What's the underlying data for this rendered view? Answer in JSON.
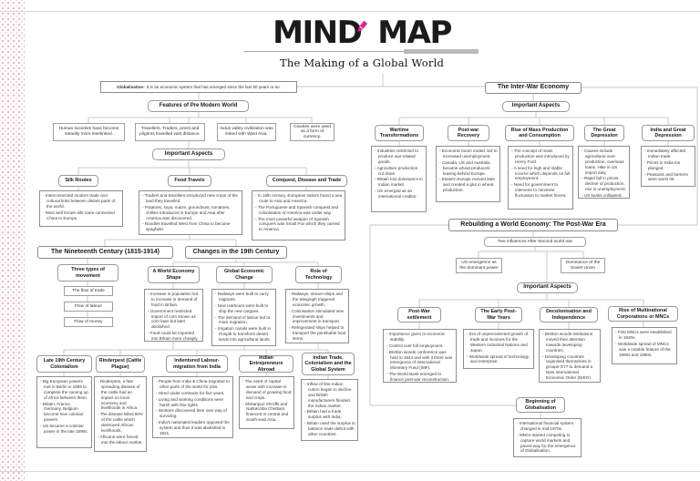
{
  "header": {
    "logo_first": "MIND",
    "logo_second": "MAP",
    "pencil_color": "#e0218a",
    "title": "The Making of a Global World"
  },
  "globalisation": {
    "lead": "Globalisation-",
    "text": "It is an economic system that has emerged since the last 50 years or so."
  },
  "pre_modern": {
    "title": "Features of Pre Modern World",
    "children": [
      "Human societies have become steadily more interlinked.",
      "Travellers, Traders, priest and pilgrims travelled vast distance.",
      "Indus valley civilization was linked with West Asia.",
      "Cowries were used as a form of currency."
    ]
  },
  "labels": {
    "important_aspects_left": "Important Aspects",
    "important_aspects_interwar": "Important Aspects",
    "important_aspects_postwar": "Important Aspects",
    "two_influences": "Two influences After Second world war"
  },
  "sections": {
    "nineteenth_century": "The Nineteenth Century (1815-1914)",
    "changes_19th": "Changes in the 19th Century",
    "interwar": "The Inter-War Economy",
    "rebuilding": "Rebuilding a World Economy: The Post-War Era",
    "three_types": "Three types of movement"
  },
  "leaves": {
    "flow_trade": "The flow of trade",
    "flow_labour": "Flow of labour",
    "flow_money": "Flow of money",
    "us_emergence": "US emergence as the dominant power",
    "soviet_dominance": "Dominance of the Soviet Union"
  },
  "nodes": {
    "silk_routes": {
      "title": "Silk Routes",
      "bullets": [
        "Interconnected modern trade and cultural links between distant parts of the world.",
        "Most well known silk route connected China to Europe."
      ]
    },
    "food_travels": {
      "title": "Food Travels",
      "bullets": [
        "Traders and travellers introduced new crops of the land they travelled.",
        "Potatoes, soya, maize, groundnuts, tomatoes, chillies introduced in Europe and Asia after America was discovered.",
        "Noodles travelled West from China to become spaghetti."
      ]
    },
    "conquest": {
      "title": "Conquest, Disease and Trade",
      "bullets": [
        "In 16th century, European sailors found a sea route to Asia and America.",
        "The Portuguese and Spanish conquest and colonisation of America was under way.",
        "The most powerful weapon of Spanish conquers was Small Pox which they carried to America."
      ]
    },
    "world_economy": {
      "title": "A World Economy Shape",
      "bullets": [
        "Increase in population led to increase in demand of food in Britain.",
        "Government restricted import of corn known as corn laws but later abolished.",
        "Food could be imported into Britain more cheaply."
      ]
    },
    "global_change": {
      "title": "Global Economic Change",
      "bullets": [
        "Railways were built to carry migrants.",
        "New Harbours were built to ship the new cargoes.",
        "The demand of labour led to more migration.",
        "Irrigation canals were built in Punjab to transform desert lands into agricultural lands."
      ]
    },
    "role_tech": {
      "title": "Role of Technology",
      "bullets": [
        "Railways, stream-ships and the telegraph triggered economic growth.",
        "Colonisation stimulated new investments and improvement in transport.",
        "Refrigerated ships helped to transport the perishable food items."
      ]
    },
    "late19": {
      "title": "Late 19th Century Colonialism",
      "bullets": [
        "Big European powers met in Berlin in 1885 to complete the carving up of Africa between them.",
        "Britain, France, Germany, Belgium become new colonial powers.",
        "US became a colonial power in the late 1890s."
      ]
    },
    "rinderpest": {
      "title": "Rinderpest (Cattle Plague)",
      "bullets": [
        "Rinderpest, a fast spreading disease of the cattle had an impact on local economy and livelihoods in Africa.",
        "The disease killed 90% of the cattle which destroyed African livelihoods.",
        "Africans were forced into the labour market."
      ]
    },
    "indentured": {
      "title": "Indentured Labour- migration from India",
      "bullets": [
        "People from India & China migrated to other parts of the world for jobs.",
        "Hired under contracts for five years.",
        "Living and working conditions were harsh with few rights.",
        "Workers discovered their own way of surviving.",
        "India's nationalist leaders opposed the system and thus it was abolished in 1921."
      ]
    },
    "entrepreneurs": {
      "title": "Indian Entrepreneurs Abroad",
      "bullets": [
        "The need of capital arose with increase in demand of growing food and crops.",
        "Shikaripuri Shroffs and NattuKottai Chettiars financed in central and South-east Asia."
      ]
    },
    "indian_trade": {
      "title": "Indian Trade, Colonialism and the Global System",
      "bullets": [
        "Inflow of fine Indian cotton began to decline and British manufacturers flooded the Indian market.",
        "Britain had a trade surplus with India.",
        "Britain used the surplus to balance trade deficit with other countries."
      ]
    },
    "wartime": {
      "title": "Wartime Transformations",
      "bullets": [
        "Industries restricted to produce war related goods.",
        "Agriculture production cut down",
        "Britain lost dominance in Indian market.",
        "US emerged as an international creditor."
      ]
    },
    "postwar_recovery": {
      "title": "Post-war Recovery",
      "bullets": [
        "Economic boom ended, led to increased unemployment.",
        "Canada, US and Australia became wheat producers leaving behind Europe.",
        "Eastern Europe revived later and created a glut in wheat production."
      ]
    },
    "mass_production": {
      "title": "Rise of Mass Production and Consumption",
      "bullets": [
        "The concept of mass production was introduced by Henry Ford.",
        "A need for high and stable income which depends on full employment.",
        "Need for government to intervene to minimise fluctuation to market forces."
      ]
    },
    "great_depression": {
      "title": "The Great Depression",
      "bullets": [
        "Causes include agricultural over-production, overseas loans, Hike in US import duty.",
        "Rapid fall in prices, decline of production, rise in unemployment.",
        "US banks collapsed."
      ]
    },
    "india_depression": {
      "title": "India and Great Depression",
      "bullets": [
        "Immediately affected Indian trade.",
        "Prices in India too plunged.",
        "Peasants and farmers were worst hit."
      ]
    },
    "postwar_settlement": {
      "title": "Post-War settlement",
      "bullets": [
        "Importance given to economic stability.",
        "Control over full employment.",
        "Bretton woods conference was held in 1944 and with it there was emergence of International Monetary Fund (IMF).",
        "The World Bank emerged to finance post-war reconstruction."
      ]
    },
    "early_postwar": {
      "title": "The Early Post-War Years",
      "bullets": [
        "Era of unprecedented growth of trade and incomes for the Western Industrial Nations and Japan.",
        "Worldwide spread of technology and enterprise."
      ]
    },
    "decolonisation": {
      "title": "Decolonisation and Independence",
      "bullets": [
        "Bretton woods institutions moved their attention towards developing countries.",
        "Developing countries organised themselves in groups-G77 to demand a New International Economic Order (NIEO)."
      ]
    },
    "mnc": {
      "title": "Rise of Multinational Corporations or MNCs",
      "bullets": [
        "First MNCs were established in 1920s.",
        "Worldwide spread of MNCs was a notable feature of the 1950s and 1960s."
      ]
    },
    "beginning": {
      "title": "Beginning of Globalisation",
      "bullets": [
        "International financial system changed in mid 1970s.",
        "MNCs started competing to capture world markets and paved way for the emergence of Globalisation."
      ]
    }
  }
}
